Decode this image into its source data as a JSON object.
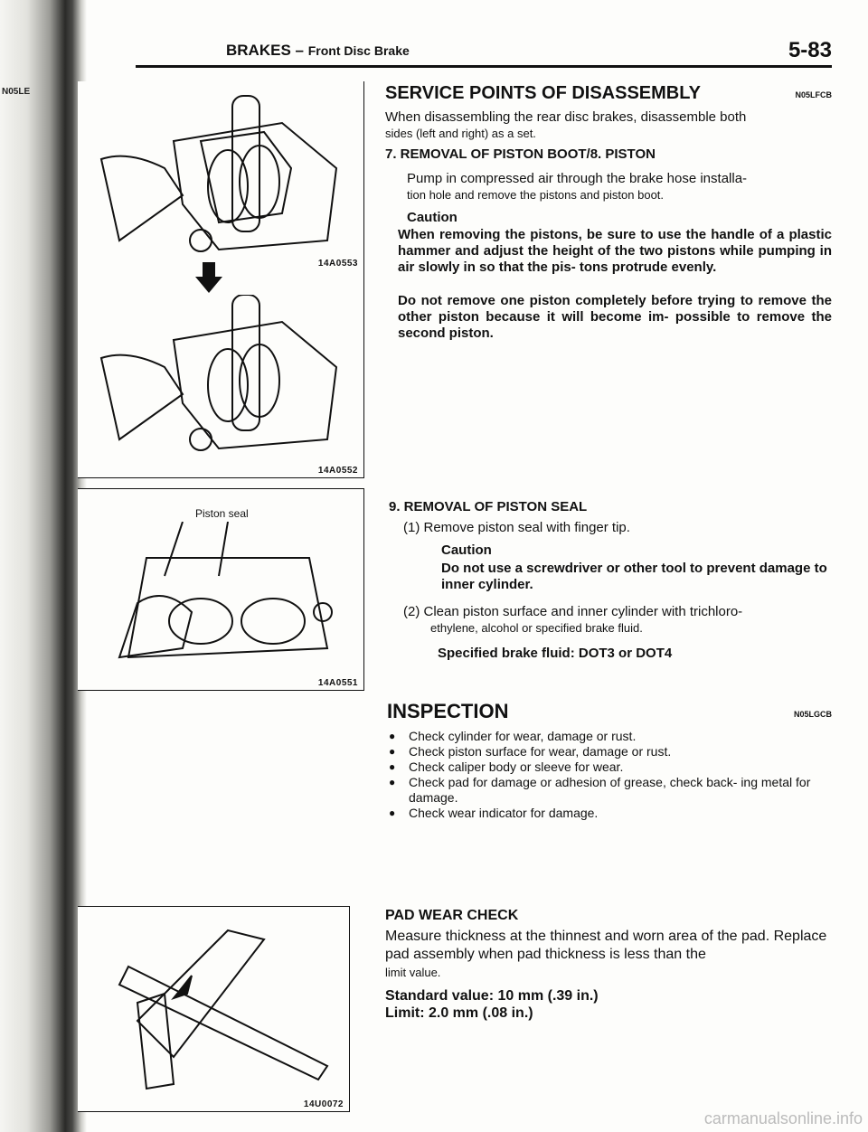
{
  "header": {
    "section": "BRAKES",
    "separator": "–",
    "subsection": "Front Disc Brake",
    "page": "5-83"
  },
  "margin_tag": "N05LE",
  "figures": {
    "fig1": {
      "id": "14A0553"
    },
    "fig2": {
      "id": "14A0552"
    },
    "fig3": {
      "id": "14A0551",
      "label": "Piston seal"
    },
    "fig4": {
      "id": "14U0072"
    }
  },
  "service": {
    "title": "SERVICE POINTS OF DISASSEMBLY",
    "code": "N05LFCB",
    "intro_1": "When disassembling the rear disc brakes, disassemble both",
    "intro_2": "sides (left and right) as a set.",
    "step7_title": "7. REMOVAL OF PISTON BOOT/8. PISTON",
    "step7_p1": "Pump in compressed air through the brake hose installa-",
    "step7_p2": "tion hole and remove the pistons and piston boot.",
    "caution": "Caution",
    "caution7_1": "When removing the pistons, be sure to use the handle of a plastic hammer and adjust the height of the two pistons while pumping in air slowly in so that the pis- tons protrude evenly.",
    "caution7_2": "Do not remove one piston completely before trying to remove the other piston because it will become im- possible to remove the second piston.",
    "step9_title": "9. REMOVAL OF PISTON SEAL",
    "step9_1": "(1) Remove piston seal with finger tip.",
    "caution9": "Do not use a screwdriver or other tool to prevent damage to inner cylinder.",
    "step9_2a": "(2) Clean piston surface and inner cylinder with trichloro-",
    "step9_2b": "ethylene, alcohol or specified brake fluid.",
    "fluid": "Specified brake fluid: DOT3 or DOT4"
  },
  "inspection": {
    "title": "INSPECTION",
    "code": "N05LGCB",
    "items": [
      "Check cylinder for wear, damage or rust.",
      "Check piston surface for wear, damage or rust.",
      "Check caliper body or sleeve for wear.",
      "Check pad for damage or adhesion of grease, check back- ing metal for damage.",
      "Check wear indicator for damage."
    ]
  },
  "pad": {
    "title": "PAD WEAR CHECK",
    "p1": "Measure thickness at the thinnest and worn area of the pad. Replace pad assembly when pad thickness is less than the",
    "p2": "limit value.",
    "standard": "Standard value: 10 mm (.39 in.)",
    "limit": "Limit: 2.0 mm (.08 in.)"
  },
  "watermark": "carmanualsonline.info"
}
